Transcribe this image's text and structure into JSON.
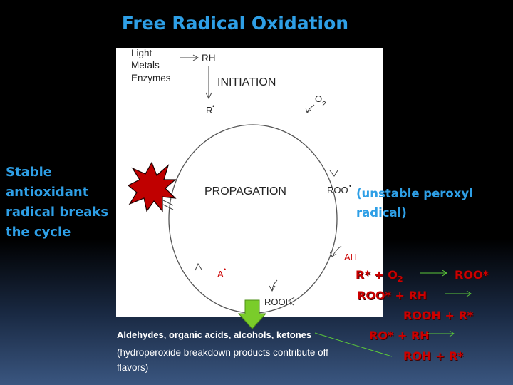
{
  "title": "Free Radical Oxidation",
  "diagram": {
    "initiators": [
      "Light",
      "Metals",
      "Enzymes"
    ],
    "rh": "RH",
    "initiation": "INITIATION",
    "o2": "O",
    "o2_sub": "2",
    "r_radical": "R",
    "propagation": "PROPAGATION",
    "roo": "ROO",
    "ah": "AH",
    "a_radical": "A",
    "rooh": "ROOH",
    "radical_dot": "•"
  },
  "left_note": [
    "Stable",
    "antioxidant",
    "radical breaks",
    "the cycle"
  ],
  "right_note": [
    "(unstable peroxyl",
    "radical)"
  ],
  "equations": [
    {
      "text": "R* + O",
      "sub": "2"
    },
    {
      "text": "ROO*"
    },
    {
      "text": "ROO* + RH"
    },
    {
      "text": "ROOH + R*"
    },
    {
      "text": "RO* + RH"
    },
    {
      "text": "ROH + R*"
    }
  ],
  "products": {
    "title": "Aldehydes, organic acids, alcohols, ketones",
    "subtitle": "(hydroperoxide breakdown products contribute off flavors)"
  },
  "colors": {
    "title": "#2e9fe6",
    "equations": "#cc0000",
    "burst": "#c00000",
    "down_arrow": "#7acc2a",
    "ah_red": "#cc0000",
    "green_line": "#5bc73a"
  },
  "icons": [
    "burst-star-icon",
    "down-arrow-icon"
  ]
}
